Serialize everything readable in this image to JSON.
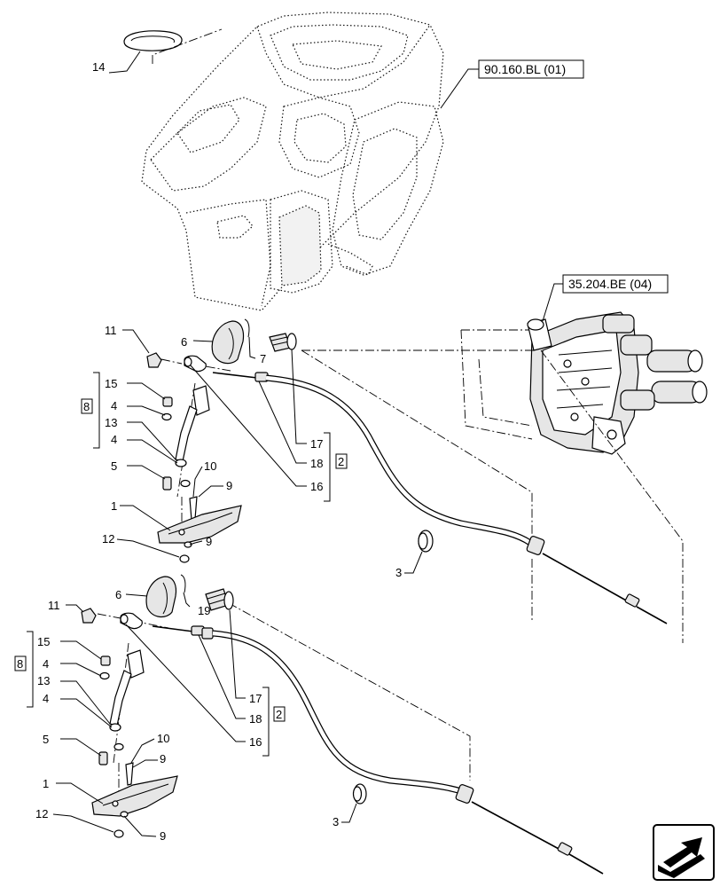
{
  "references": {
    "cab_ref": "90.160.BL (01)",
    "valve_ref": "35.204.BE (04)"
  },
  "callouts": {
    "c14": "14",
    "upper": {
      "c11": "11",
      "c6": "6",
      "c7": "7",
      "c15": "15",
      "c4a": "4",
      "c13": "13",
      "c4b": "4",
      "c5": "5",
      "c10": "10",
      "c9a": "9",
      "c1": "1",
      "c12": "12",
      "c9b": "9",
      "c17": "17",
      "c18": "18",
      "c16": "16",
      "c3": "3",
      "group8": "8",
      "group2": "2"
    },
    "lower": {
      "c11": "11",
      "c6": "6",
      "c19": "19",
      "c15": "15",
      "c4a": "4",
      "c13": "13",
      "c4b": "4",
      "c5": "5",
      "c10": "10",
      "c9a": "9",
      "c1": "1",
      "c12": "12",
      "c9b": "9",
      "c17": "17",
      "c18": "18",
      "c16": "16",
      "c3": "3",
      "group8": "8",
      "group2": "2"
    }
  },
  "nav_icon": "arrow-next-icon",
  "colors": {
    "line": "#000000",
    "background": "#ffffff",
    "fill": "#e6e6e6"
  }
}
